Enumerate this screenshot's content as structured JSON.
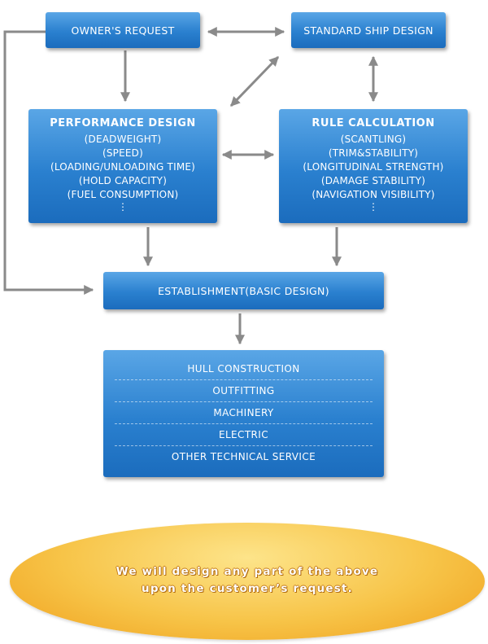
{
  "owner_request": "OWNER'S REQUEST",
  "standard_ship_design": "STANDARD SHIP DESIGN",
  "performance_design": {
    "title": "PERFORMANCE DESIGN",
    "items": [
      "(DEADWEIGHT)",
      "(SPEED)",
      "(LOADING/UNLOADING TIME)",
      "(HOLD CAPACITY)",
      "(FUEL CONSUMPTION)"
    ],
    "more": "⋮"
  },
  "rule_calculation": {
    "title": "RULE CALCULATION",
    "items": [
      "(SCANTLING)",
      "(TRIM&STABILITY)",
      "(LONGITUDINAL STRENGTH)",
      "(DAMAGE STABILITY)",
      "(NAVIGATION VISIBILITY)"
    ],
    "more": "⋮"
  },
  "establishment": "ESTABLISHMENT(BASIC DESIGN)",
  "services": [
    "HULL CONSTRUCTION",
    "OUTFITTING",
    "MACHINERY",
    "ELECTRIC",
    "OTHER TECHNICAL SERVICE"
  ],
  "note": {
    "line1": "We will design any part of the above",
    "line2": "upon the customer’s request."
  },
  "colors": {
    "box_blue": "#2a80cf",
    "arrow_gray": "#8a8a8a",
    "ellipse_gold": "#f7c448"
  }
}
